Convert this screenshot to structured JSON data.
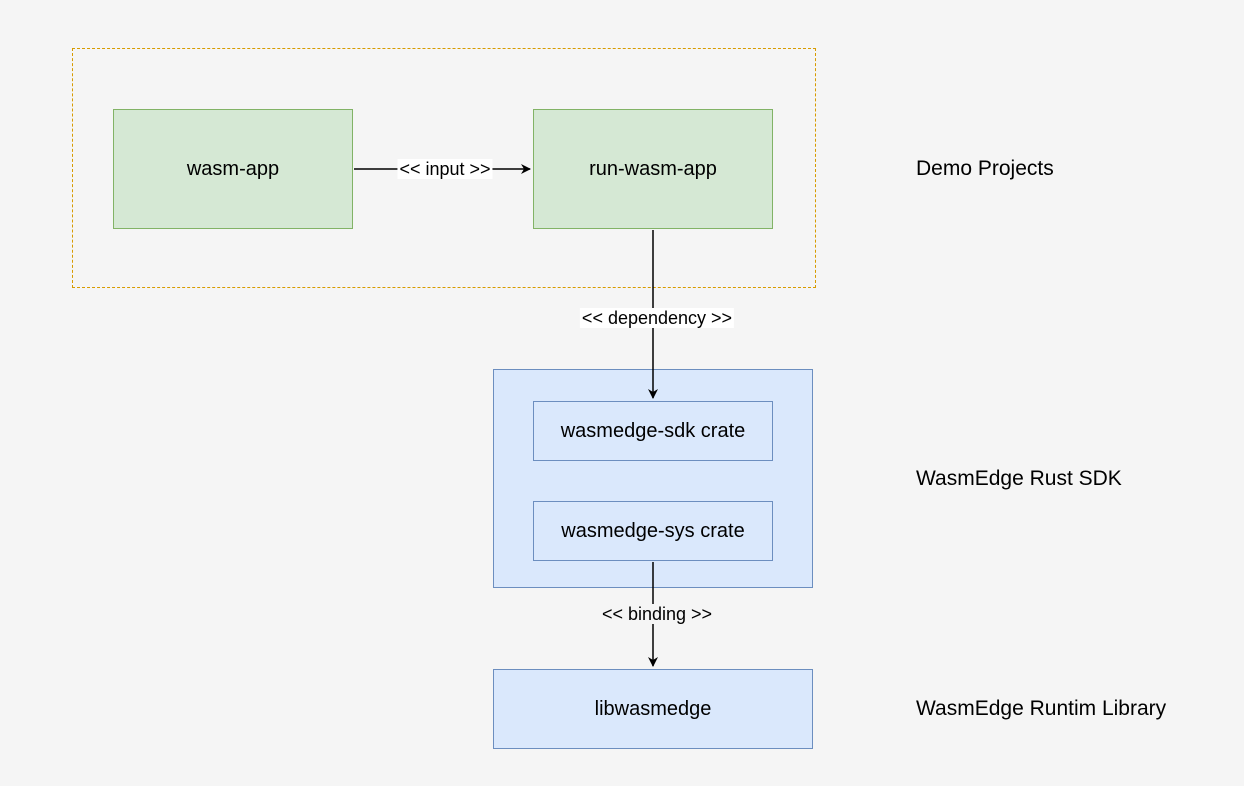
{
  "nodes": {
    "wasm_app": "wasm-app",
    "run_wasm_app": "run-wasm-app",
    "wasmedge_sdk": "wasmedge-sdk crate",
    "wasmedge_sys": "wasmedge-sys crate",
    "libwasmedge": "libwasmedge"
  },
  "edges": {
    "input": "<< input >>",
    "dependency": "<< dependency >>",
    "binding": "<< binding >>"
  },
  "layers": {
    "demo": "Demo Projects",
    "sdk": "WasmEdge Rust SDK",
    "runtime": "WasmEdge Runtim Library"
  },
  "colors": {
    "green_fill": "#d5e8d4",
    "green_stroke": "#82b366",
    "blue_fill": "#dae8fc",
    "blue_stroke": "#6c8ebf",
    "group_dashed": "#d79b00",
    "background": "#f5f5f5"
  }
}
